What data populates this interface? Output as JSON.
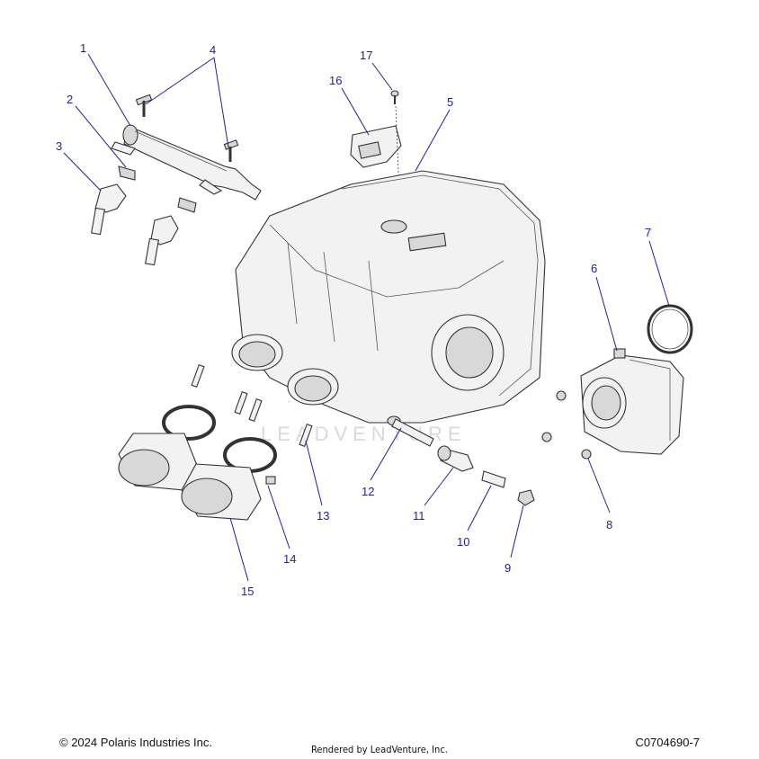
{
  "callouts": [
    "1",
    "2",
    "3",
    "4",
    "5",
    "6",
    "7",
    "8",
    "9",
    "10",
    "11",
    "12",
    "13",
    "14",
    "15",
    "16",
    "17"
  ],
  "watermark": "LEADVENTURE",
  "footer": {
    "copyright": "© 2024 Polaris Industries Inc.",
    "rendered_by": "Rendered by LeadVenture, Inc.",
    "figure_code": "C0704690-7"
  },
  "colors": {
    "callout": "#1f1f9e",
    "line": "#333333"
  }
}
